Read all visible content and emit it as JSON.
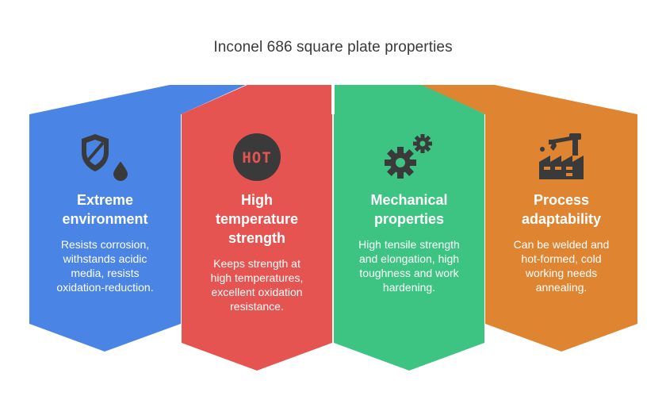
{
  "title": "Inconel 686 square plate properties",
  "colors": {
    "blue": "#4a84e5",
    "red": "#e55451",
    "green": "#3dc483",
    "orange": "#df8431",
    "icon": "#3a3a3a"
  },
  "cards": [
    {
      "heading": [
        "Extreme",
        "environment"
      ],
      "desc": [
        "Resists corrosion,",
        "withstands acidic",
        "media, resists",
        "oxidation-reduction."
      ],
      "icon": "shield-drop-icon"
    },
    {
      "heading": [
        "High",
        "temperature",
        "strength"
      ],
      "desc": [
        "Keeps strength at",
        "high temperatures,",
        "excellent oxidation",
        "resistance."
      ],
      "icon": "hot-badge-icon",
      "icon_text": "HOT"
    },
    {
      "heading": [
        "Mechanical",
        "properties"
      ],
      "desc": [
        "High tensile strength",
        "and elongation, high",
        "toughness and work",
        "hardening."
      ],
      "icon": "gears-icon"
    },
    {
      "heading": [
        "Process",
        "adaptability"
      ],
      "desc": [
        "Can be welded and",
        "hot-formed, cold",
        "working needs",
        "annealing."
      ],
      "icon": "factory-robot-icon"
    }
  ]
}
